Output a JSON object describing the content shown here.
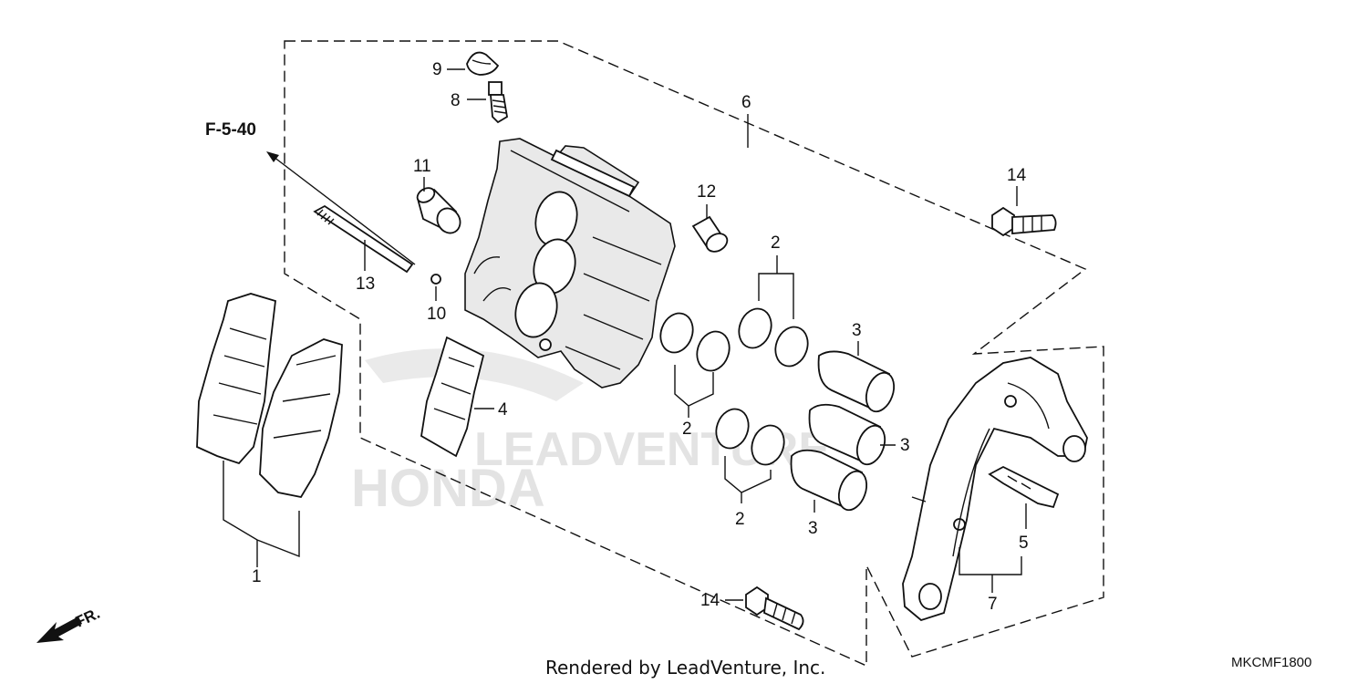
{
  "diagram": {
    "reference_label": "F-5-40",
    "watermark_brand": "LEADVENTURE",
    "watermark_make": "HONDA",
    "footer_credit": "Rendered by LeadVenture, Inc.",
    "diagram_code": "MKCMF1800",
    "direction_label": "FR.",
    "callouts": {
      "c1": "1",
      "c2a": "2",
      "c2b": "2",
      "c2c": "2",
      "c3a": "3",
      "c3b": "3",
      "c3c": "3",
      "c4": "4",
      "c5": "5",
      "c6": "6",
      "c7": "7",
      "c8": "8",
      "c9": "9",
      "c10": "10",
      "c11": "11",
      "c12": "12",
      "c13": "13",
      "c14a": "14",
      "c14b": "14"
    }
  }
}
